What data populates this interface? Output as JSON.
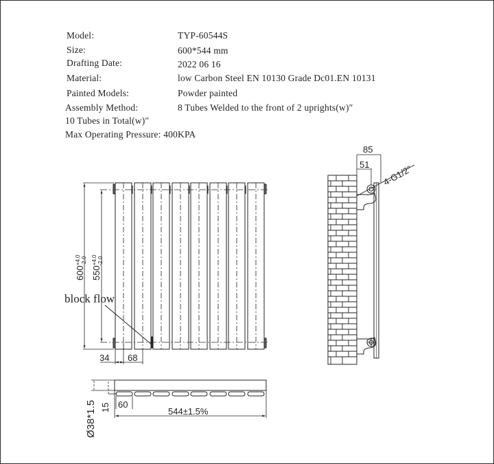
{
  "specs": {
    "model": {
      "label": "Model:",
      "value": "TYP-60544S"
    },
    "size": {
      "label": "Size:",
      "value": "600*544 mm"
    },
    "drafting_date": {
      "label": "Drafting Date:",
      "value": "2022 06 16"
    },
    "material": {
      "label": "Material:",
      "value": "low Carbon Steel  EN 10130 Grade Dc01.EN 10131"
    },
    "painted_models": {
      "label": "Painted Models:",
      "value": "Powder painted"
    },
    "assembly_method": {
      "label": "Assembly Method:",
      "value": "8 Tubes Welded to the front of 2 uprights(w)″"
    },
    "assembly_continued": "10 Tubes in Total(w)″",
    "max_pressure": "Max Operating Pressure: 400KPA"
  },
  "front_view": {
    "tube_count": 8,
    "height_dim": "600",
    "height_tol_plus": "+4.0",
    "height_tol_minus": "-2.0",
    "centers_dim": "550",
    "centers_tol_plus": "+4.0",
    "centers_tol_minus": "-2.0",
    "annotation": "block flow",
    "offset_dim": "34",
    "pitch_dim": "68"
  },
  "side_view": {
    "depth_dim": "85",
    "wall_to_center_dim": "51",
    "connection_label": "4-G1/2\""
  },
  "top_view": {
    "diameter_dim": "Ø38*1.5",
    "offset_dim": "15",
    "tube_width_dim": "60",
    "width_dim": "544±1.5%"
  }
}
